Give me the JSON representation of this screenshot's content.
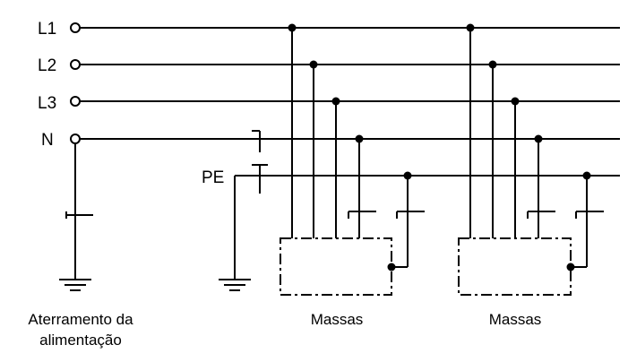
{
  "conductors": {
    "l1": "L1",
    "l2": "L2",
    "l3": "L3",
    "n": "N",
    "pe": "PE"
  },
  "captions": {
    "supply_earthing_line1": "Aterramento da",
    "supply_earthing_line2": "alimentação",
    "masses_left": "Massas",
    "masses_right": "Massas"
  }
}
